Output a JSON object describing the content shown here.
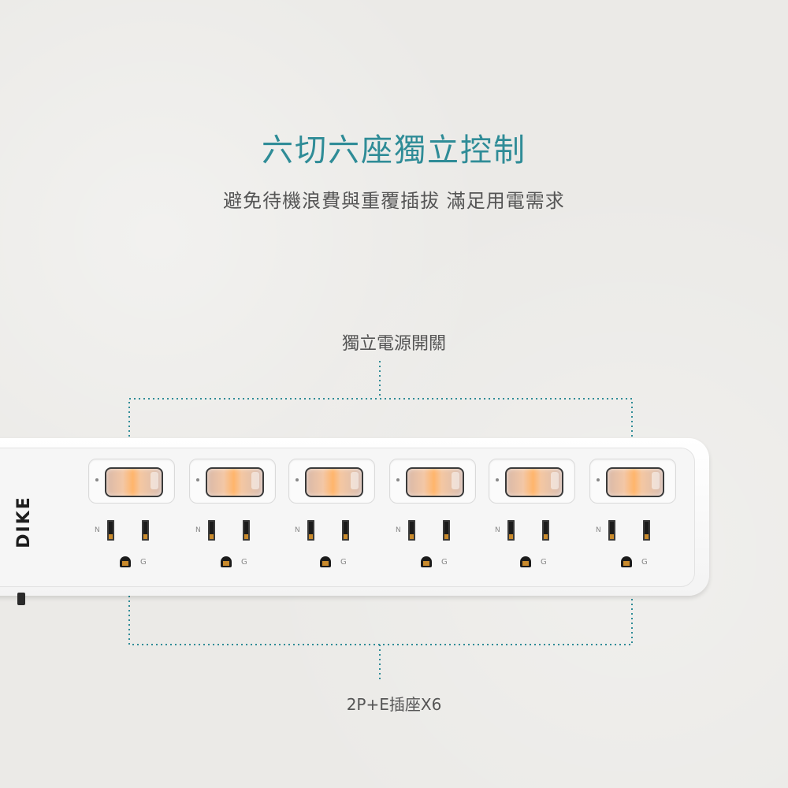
{
  "heading": {
    "title": "六切六座獨立控制",
    "subtitle": "避免待機浪費與重覆插拔  滿足用電需求"
  },
  "callouts": {
    "switch_label": "獨立電源開關",
    "outlet_label": "2P+E插座X6"
  },
  "product": {
    "brand": "DIKE",
    "outlets": [
      {
        "n": "N",
        "g": "G"
      },
      {
        "n": "N",
        "g": "G"
      },
      {
        "n": "N",
        "g": "G"
      },
      {
        "n": "N",
        "g": "G"
      },
      {
        "n": "N",
        "g": "G"
      },
      {
        "n": "N",
        "g": "G"
      }
    ]
  },
  "colors": {
    "accent": "#2f8c97",
    "switch_glow": "#ffb56b",
    "outlet_contact": "#c98a2c"
  }
}
